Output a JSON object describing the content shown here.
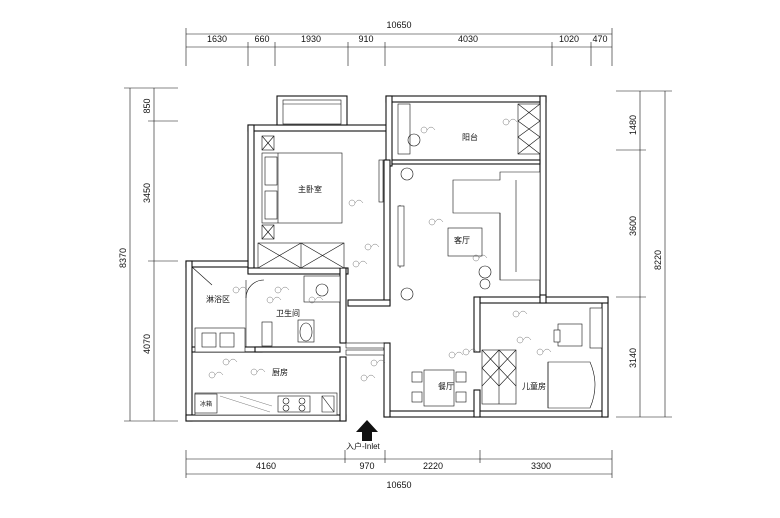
{
  "dimensions": {
    "top_total": "10650",
    "top_segments": [
      "1630",
      "660",
      "1930",
      "910",
      "4030",
      "1020",
      "470"
    ],
    "bottom_segments": [
      "4160",
      "970",
      "2220",
      "3300"
    ],
    "bottom_total": "10650",
    "left_total": "8370",
    "left_segments": [
      "850",
      "3450",
      "4070"
    ],
    "right_total": "8220",
    "right_segments": [
      "1480",
      "3600",
      "3140"
    ]
  },
  "rooms": {
    "master_bedroom": "主卧室",
    "balcony": "阳台",
    "living_room": "客厅",
    "shower_area": "淋浴区",
    "bathroom": "卫生间",
    "kitchen": "厨房",
    "dining_room": "餐厅",
    "kids_room": "儿童房",
    "fridge": "冰箱"
  },
  "entrance_label": "入户-Inlet"
}
